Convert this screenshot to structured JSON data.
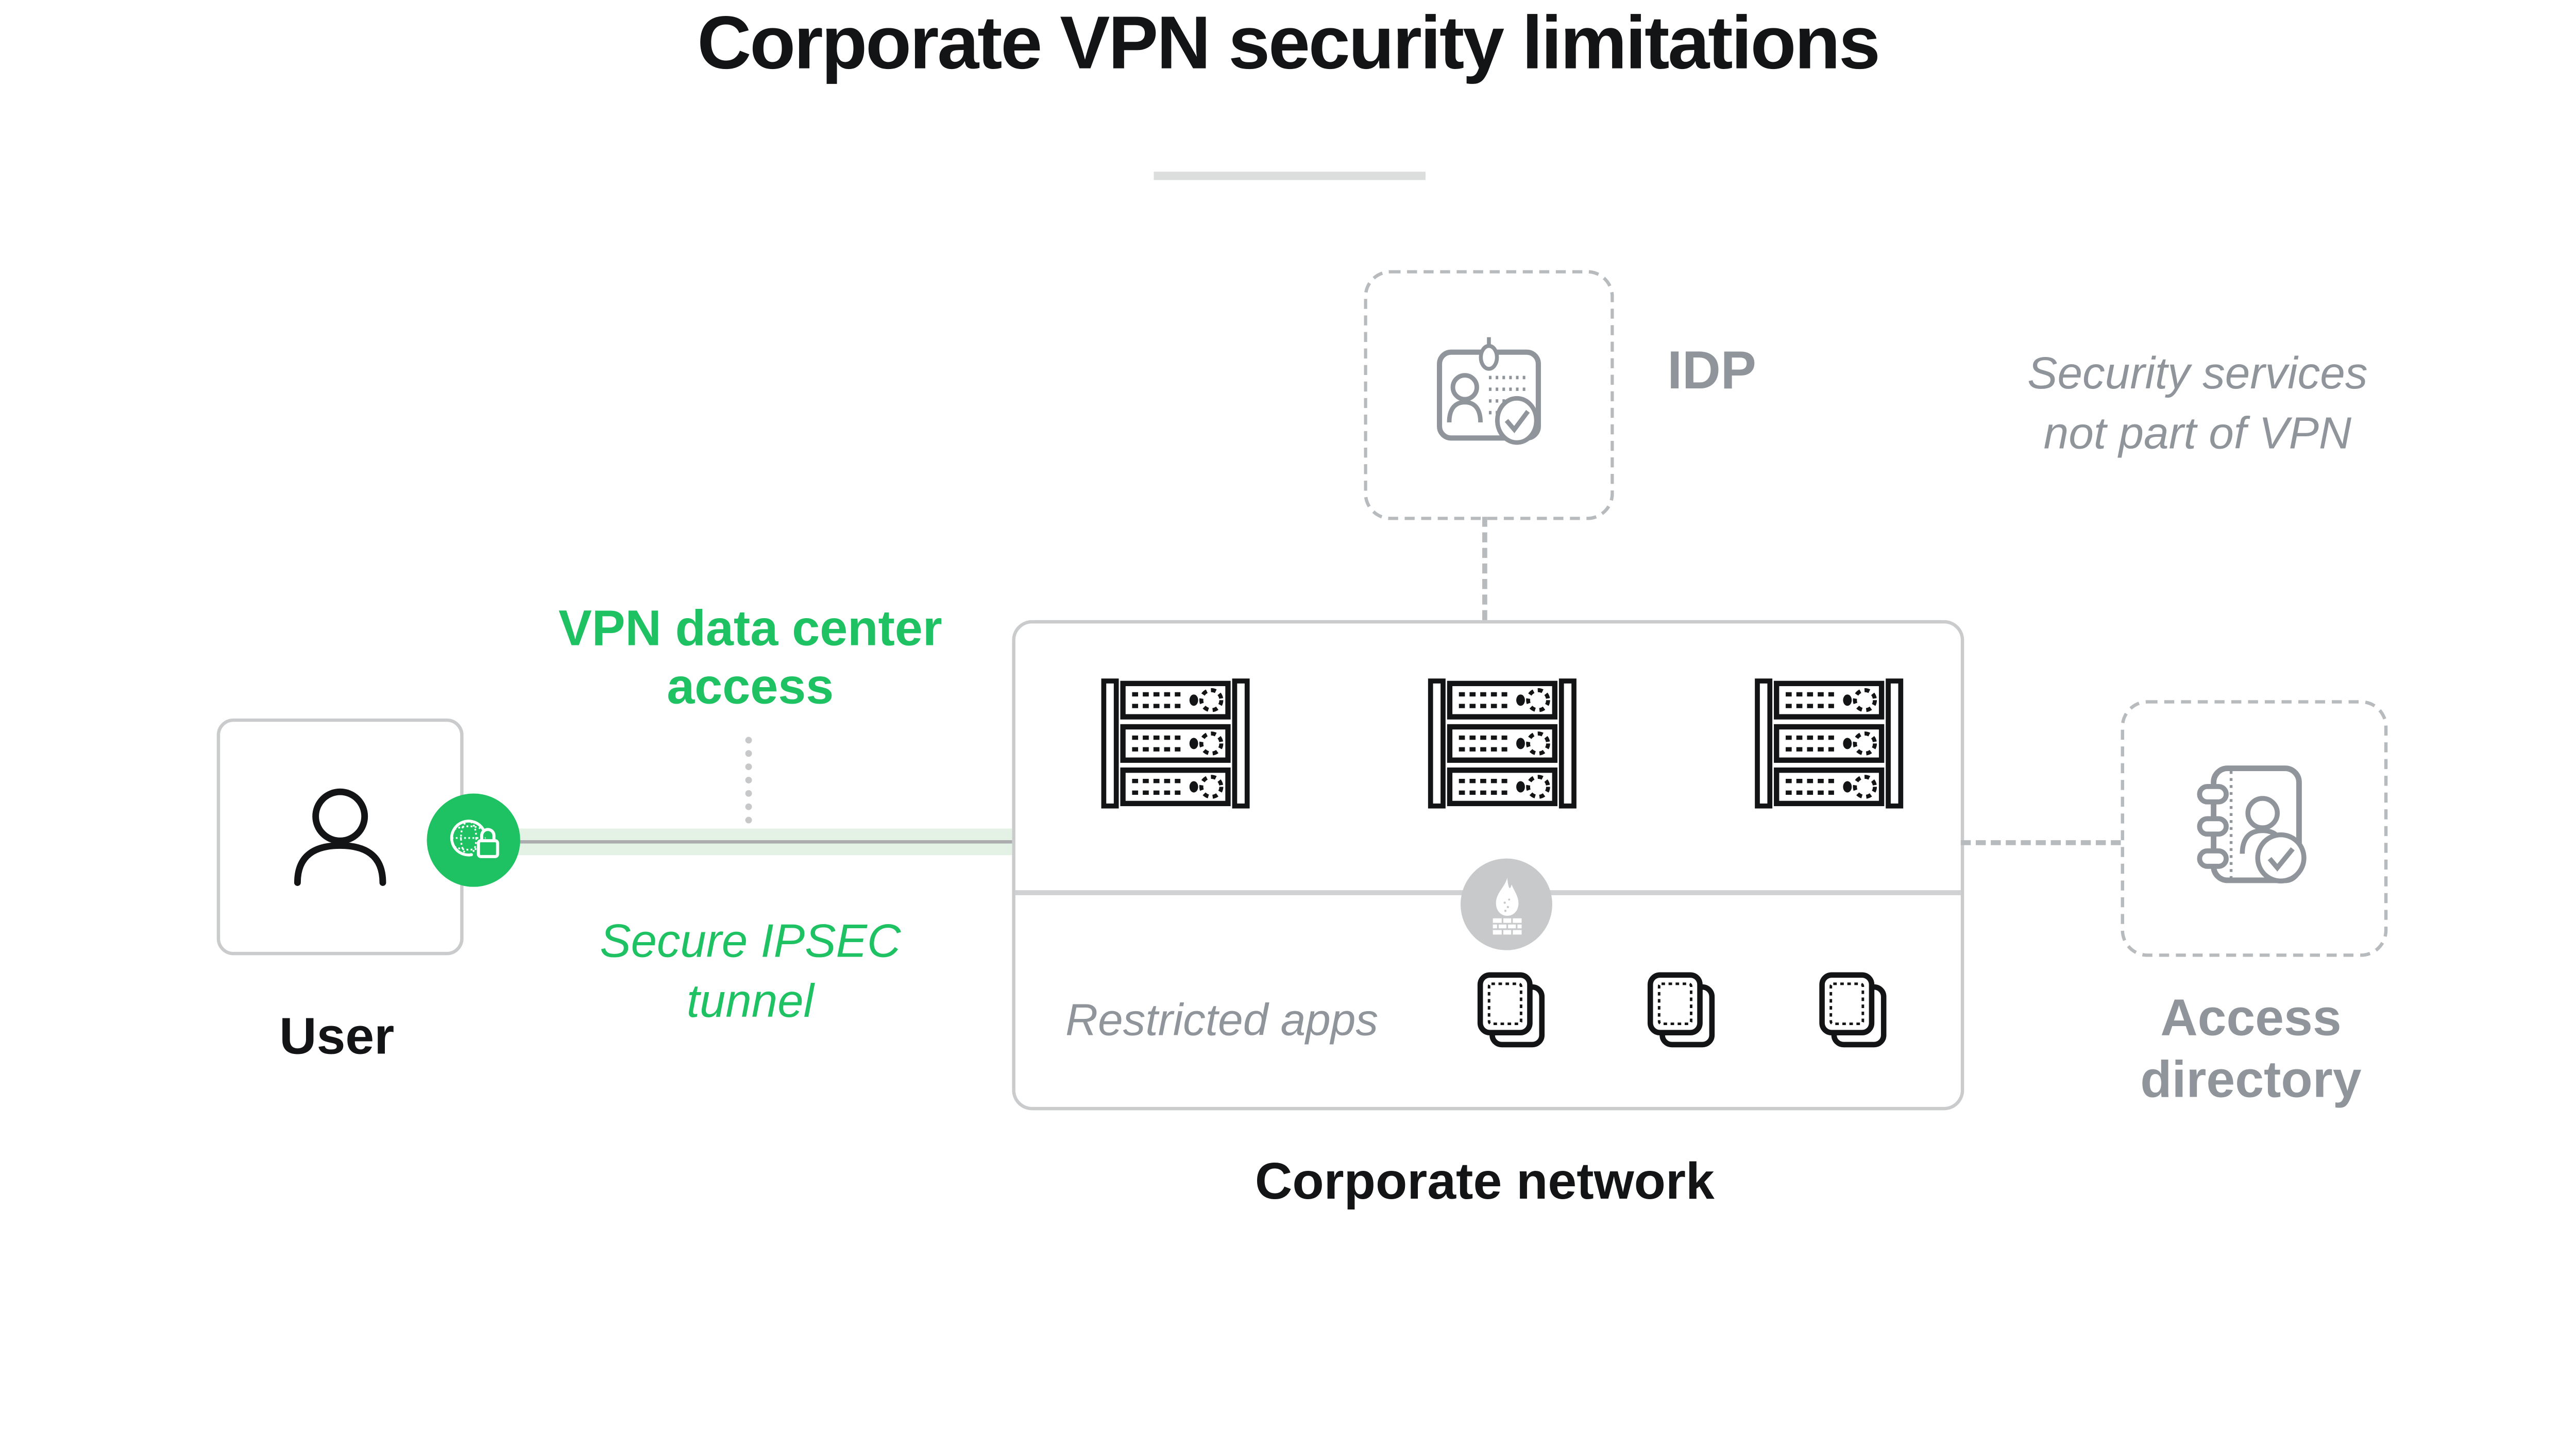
{
  "page": {
    "title": "Corporate VPN security limitations"
  },
  "colors": {
    "accent_green": "#1fc262",
    "tunnel_band_green": "#e4f2e6",
    "gray_text": "#8f959b",
    "dark_text": "#131415",
    "firewall_circle_gray": "#c7c9ca"
  },
  "user": {
    "label": "User",
    "icon": "person-icon"
  },
  "vpn_access_label": {
    "line1": "VPN data center",
    "line2": "access"
  },
  "tunnel_label": {
    "line1": "Secure IPSEC",
    "line2": "tunnel"
  },
  "idp": {
    "label": "IDP",
    "icon": "id-badge-icon"
  },
  "security_note": {
    "line1": "Security services",
    "line2": "not part of VPN"
  },
  "corporate_network": {
    "label": "Corporate network",
    "restricted_apps_label": "Restricted apps",
    "rack_count": 3,
    "app_count": 3,
    "icons": {
      "rack": "server-rack-icon",
      "firewall": "firewall-icon",
      "app": "app-window-icon"
    }
  },
  "access_directory": {
    "line1": "Access",
    "line2": "directory",
    "icon": "address-book-icon"
  }
}
